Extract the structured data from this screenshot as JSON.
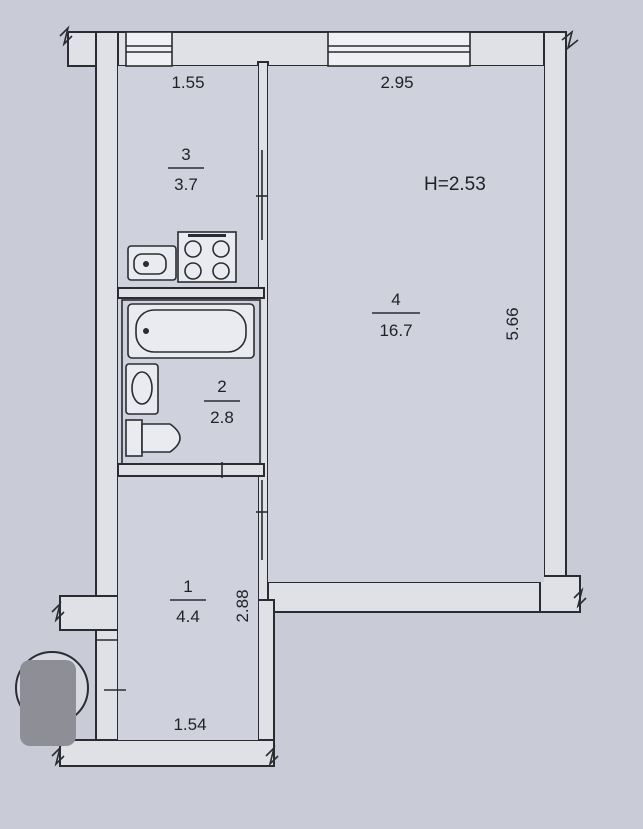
{
  "plan": {
    "ceiling_height": "H=2.53",
    "rooms": [
      {
        "number": "1",
        "area": "4.4"
      },
      {
        "number": "2",
        "area": "2.8"
      },
      {
        "number": "3",
        "area": "3.7"
      },
      {
        "number": "4",
        "area": "16.7"
      }
    ],
    "dimensions": {
      "kitchen_width": "1.55",
      "room_width": "2.95",
      "room_length": "5.66",
      "hall_length": "2.88",
      "hall_width": "1.54"
    }
  }
}
